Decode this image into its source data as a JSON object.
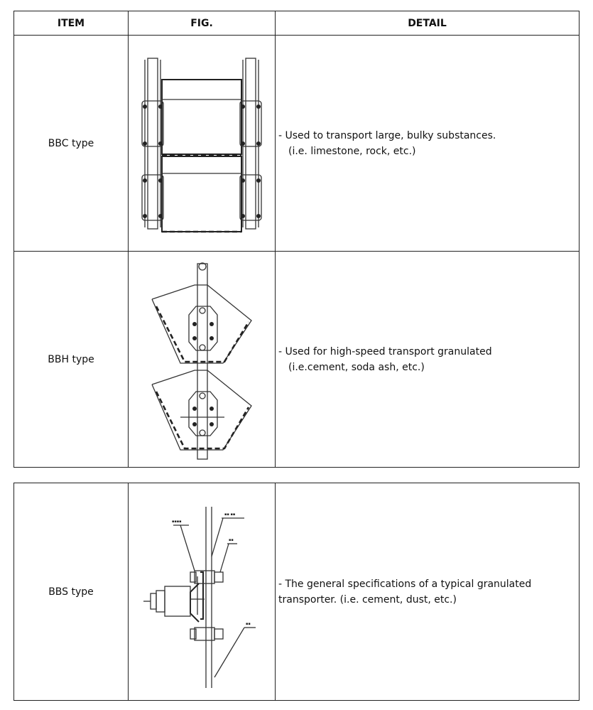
{
  "headers": {
    "item": "ITEM",
    "fig": "FIG.",
    "detail": "DETAIL"
  },
  "rows": [
    {
      "item": "BBC type",
      "detail_line1": "- Used to transport large, bulky  substances.",
      "detail_line2": "(i.e. limestone, rock, etc.)",
      "figure": "bbc-bucket-drawing"
    },
    {
      "item": "BBH type",
      "detail_line1": "- Used for high-speed  transport  granulated",
      "detail_line2": "(i.e.cement,  soda ash, etc.)",
      "figure": "bbh-bucket-drawing"
    },
    {
      "item": "BBS type",
      "detail_line1": "- The general specifications  of a typical granulated",
      "detail_line2": "transporter. (i.e. cement,  dust, etc.)",
      "figure": "bbs-bucket-drawing"
    }
  ]
}
